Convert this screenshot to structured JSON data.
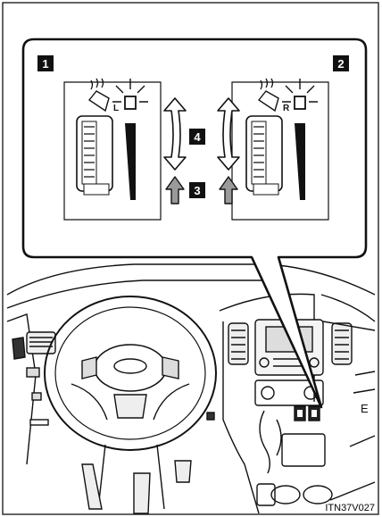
{
  "figure": {
    "callouts": [
      "1",
      "2",
      "3",
      "4"
    ],
    "left_switch_letter": "L",
    "right_switch_letter": "R",
    "figure_code": "ITN37V027"
  }
}
